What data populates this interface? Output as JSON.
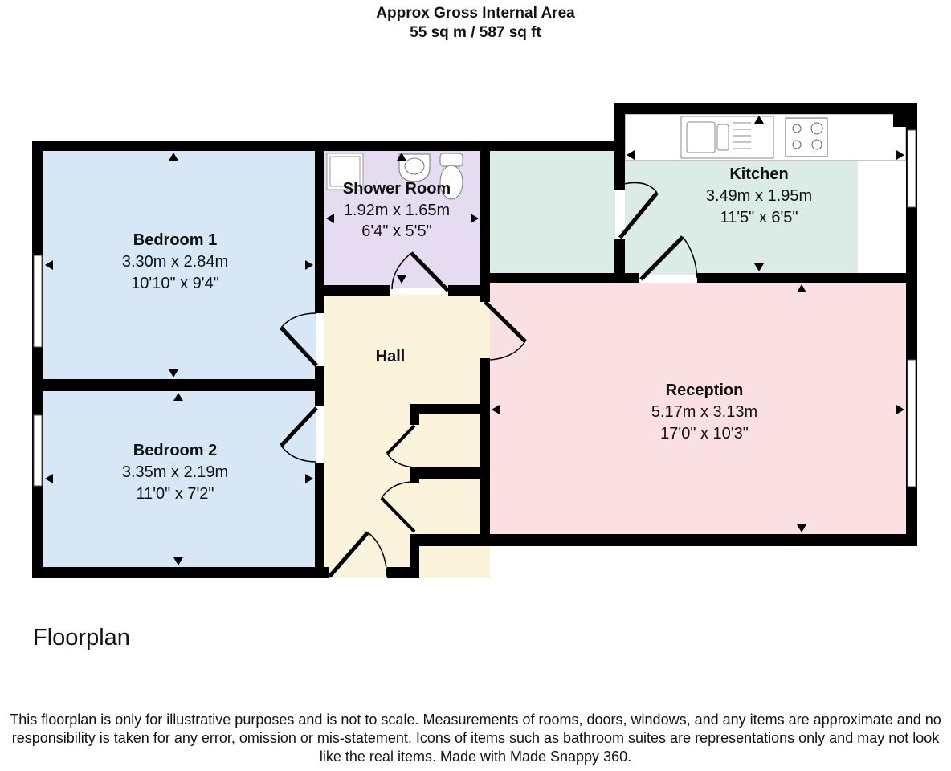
{
  "header": {
    "title": "Approx Gross Internal Area",
    "area": "55 sq m / 587 sq ft"
  },
  "rooms": [
    {
      "name": "Bedroom 1",
      "metric": "3.30m x 2.84m",
      "imperial": "10'10\" x 9'4\""
    },
    {
      "name": "Bedroom 2",
      "metric": "3.35m x 2.19m",
      "imperial": "11'0\" x 7'2\""
    },
    {
      "name": "Shower Room",
      "metric": "1.92m x 1.65m",
      "imperial": "6'4\" x 5'5\""
    },
    {
      "name": "Kitchen",
      "metric": "3.49m x 1.95m",
      "imperial": "11'5\" x 6'5\""
    },
    {
      "name": "Hall"
    },
    {
      "name": "Reception",
      "metric": "5.17m x 3.13m",
      "imperial": "17'0\" x 10'3\""
    }
  ],
  "colors": {
    "bedroom": "#d8e7f6",
    "shower": "#e6dcf2",
    "kitchen": "#dbebe6",
    "hall": "#fcf3dc",
    "reception": "#fadfe3",
    "wall": "#000000"
  },
  "caption": "Floorplan",
  "disclaimer": "This floorplan is only for illustrative purposes and is not to scale. Measurements of rooms, doors, windows, and any items are approximate and no responsibility is taken for any error, omission or mis-statement. Icons of items such as bathroom suites are representations only and may not look like the real items. Made with Made Snappy 360."
}
